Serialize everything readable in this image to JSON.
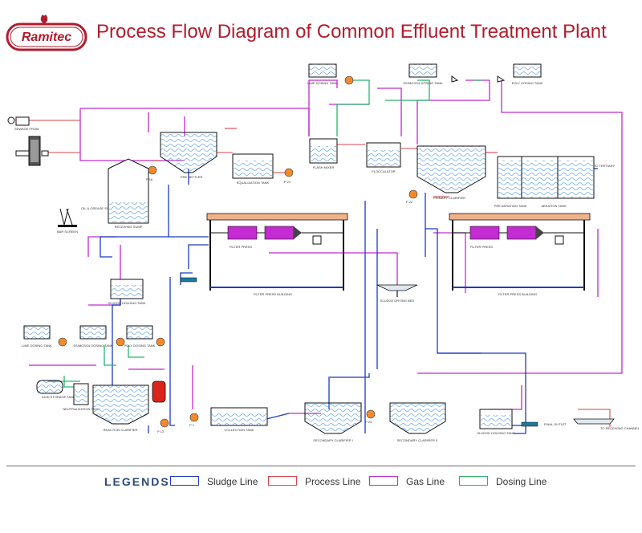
{
  "header": {
    "logo_text": "Ramitec",
    "title": "Process Flow Diagram of Common Effluent Treatment Plant"
  },
  "colors": {
    "title": "#b11c2c",
    "sludge_line": "#1d3bbf",
    "process_line": "#d9434a",
    "gas_line": "#c02ad1",
    "dosing_line": "#2ab36b",
    "water": "#6ea9e8",
    "pump": "#f28a2e",
    "filter_press": "#c52bd2",
    "roof": "#f0b28a"
  },
  "labels": {
    "lime_dosing_tank_top": "LIME DOSING TANK",
    "ssf_dosing_tank": "SS/MGSO4 DOSING TANK",
    "poly_dosing_tank_top": "POLY DOSING TANK",
    "sewage_water_source": "SEWAGE FROM",
    "bar_screen": "BAR SCREEN",
    "oil_screen": "OIL & GREASE SCREEN",
    "receiving_sump": "RECEIVING SUMP",
    "pre_settler": "PRE SETTLER",
    "equalization_tank": "EQUALIZATION TANK",
    "flash_mixer": "FLASH MIXER",
    "flocculator": "FLOCCULATOR",
    "primary_clarifier": "PRIMARY CLARIFIER",
    "pre_aeration_tank": "PRE AERATION TANK",
    "aeration_tank": "AERATION TANK",
    "to_tertiary": "TO TERTIARY",
    "filter_press_1": "FILTER PRESS",
    "filter_press_building_1": "FILTER PRESS BUILDING",
    "filter_press_2": "FILTER PRESS",
    "filter_press_building_2": "FILTER PRESS BUILDING",
    "sludge_holding_tank": "SLUDGE HOLDING TANK",
    "sludge_drying": "SLUDGE DRYING BED",
    "lime_dosing_tank_bottom": "LIME DOSING TANK",
    "ssf_dosing_tank_bottom": "SS/MGSO4 DOSING TANK",
    "poly_dosing_tank_bottom": "POLY DOSING TANK",
    "acid_storage_tank": "ACID STORAGE TANK",
    "neutralization_tank": "NEUTRALIZATION TANK",
    "reaction_clarifier": "REACTION CLARIFIER",
    "collection_tank": "COLLECTION TANK",
    "secondary_clarifier_1": "SECONDARY CLARIFIER I",
    "secondary_clarifier_2": "SECONDARY CLARIFIER II",
    "sludge_holding_bottom": "SLUDGE HOLDING TANK",
    "final_outlet": "FINAL OUTLET",
    "to_receiving_channel": "TO RECEIVING CHANNEL",
    "pump_p16": "P 16",
    "pump_p21": "P 21",
    "pump_p22": "P 22",
    "pump_p23": "P 23",
    "pump_p13": "P 13",
    "pump_p1": "P 1"
  },
  "legend": {
    "title": "LEGENDS",
    "items": [
      {
        "label": "Sludge Line"
      },
      {
        "label": "Process Line"
      },
      {
        "label": "Gas Line"
      },
      {
        "label": "Dosing Line"
      }
    ]
  }
}
